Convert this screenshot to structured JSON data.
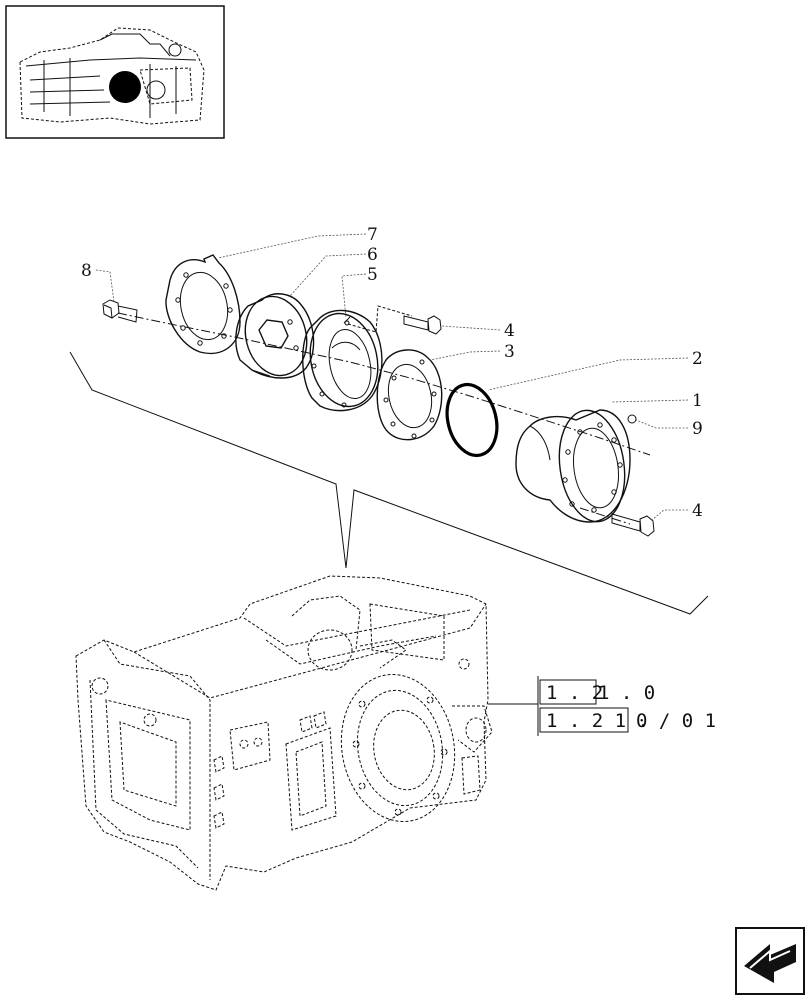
{
  "callouts": {
    "c1": "1",
    "c2": "2",
    "c3": "3",
    "c4a": "4",
    "c4b": "4",
    "c5": "5",
    "c6": "6",
    "c7": "7",
    "c8": "8",
    "c9": "9"
  },
  "references": {
    "ref1_boxed": "1 . 2",
    "ref1_rest": "1 . 0",
    "ref2_boxed": "1 . 2 1 .",
    "ref2_rest": "0 / 0 1"
  },
  "icons": {
    "locator": "location-thumbnail-icon",
    "navigation": "next-page-arrow-icon"
  }
}
